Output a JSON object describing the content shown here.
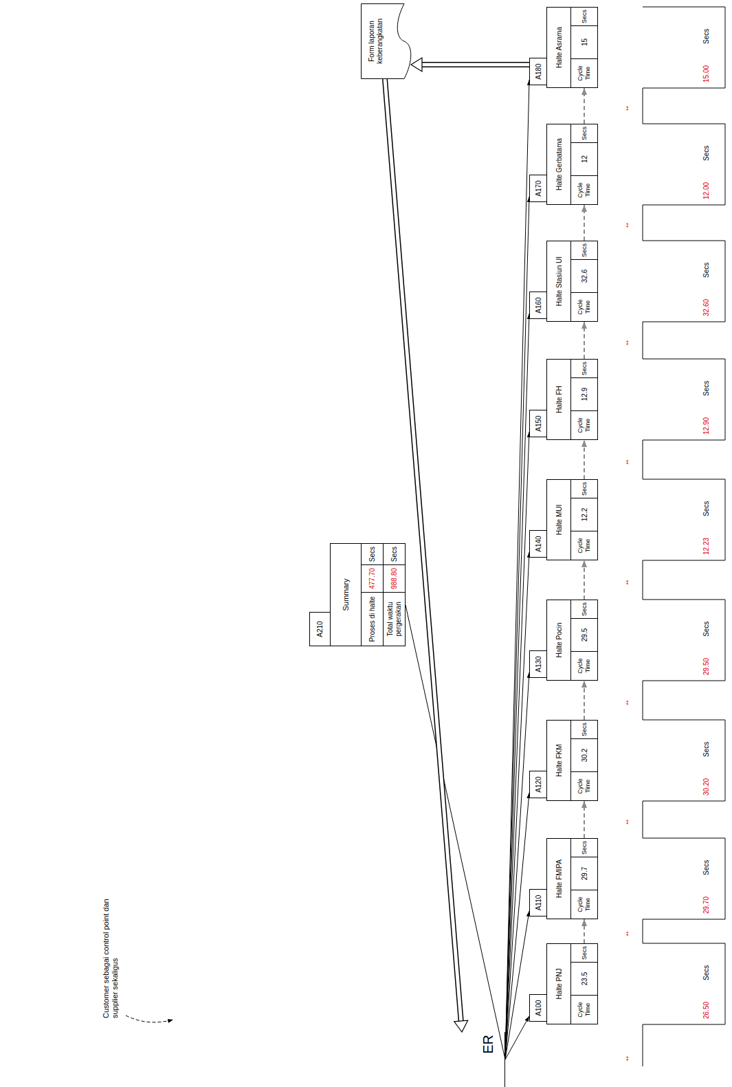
{
  "diagram": {
    "nodes": [
      {
        "text": [
          "ER"
        ]
      },
      {
        "text": [
          "A100",
          "Halte PNJ",
          "Cycle Time",
          "23.5",
          "Secs"
        ]
      },
      {
        "text": [
          "A110",
          "Halte FMIPA",
          "Cycle Time",
          "29.7",
          "Secs"
        ]
      },
      {
        "text": [
          "A120",
          "Halte FKM",
          "Cycle Time",
          "30.2",
          "Secs"
        ]
      },
      {
        "text": [
          "A130",
          "Halte Pocin",
          "Cycle Time",
          "29.5",
          "Secs"
        ]
      },
      {
        "text": [
          "A140",
          "Halte MUI",
          "Cycle Time",
          "12.2",
          "Secs"
        ]
      },
      {
        "text": [
          "A150",
          "Halte FH",
          "Cycle Time",
          "12.9",
          "Secs"
        ]
      },
      {
        "text": [
          "A160",
          "Halte Stasiun UI",
          "Cycle Time",
          "32.6",
          "Secs"
        ]
      },
      {
        "text": [
          "A170",
          "Halte Gerbatama",
          "Cycle Time",
          "12",
          "Secs"
        ]
      },
      {
        "text": [
          "A180",
          "Halte Asrama",
          "Cycle Time",
          "15",
          "Secs"
        ]
      },
      {
        "text": [
          "A210",
          "Summary",
          "Proses di halte",
          "477.70",
          "Secs",
          "Total waktu pergerakan",
          "988.80",
          "Secs"
        ]
      },
      {
        "text": [
          "Form laporan keberangkatan"
        ]
      }
    ],
    "edges": [
      {
        "from": 0,
        "to": 1,
        "arrow": "to"
      },
      {
        "from": 0,
        "to": 2,
        "arrow": "to"
      },
      {
        "from": 0,
        "to": 3,
        "arrow": "to"
      },
      {
        "from": 0,
        "to": 4,
        "arrow": "to"
      },
      {
        "from": 0,
        "to": 5,
        "arrow": "to"
      },
      {
        "from": 0,
        "to": 6,
        "arrow": "to"
      },
      {
        "from": 0,
        "to": 7,
        "arrow": "to"
      },
      {
        "from": 0,
        "to": 8,
        "arrow": "to"
      },
      {
        "from": 0,
        "to": 9,
        "arrow": "to"
      },
      {
        "from": 0,
        "to": 10,
        "arrow": "none"
      },
      {
        "from": 1,
        "to": 2,
        "arrow": "to"
      },
      {
        "from": 2,
        "to": 3,
        "arrow": "to"
      },
      {
        "from": 3,
        "to": 4,
        "arrow": "to"
      },
      {
        "from": 4,
        "to": 5,
        "arrow": "to"
      },
      {
        "from": 5,
        "to": 6,
        "arrow": "to"
      },
      {
        "from": 6,
        "to": 7,
        "arrow": "to"
      },
      {
        "from": 7,
        "to": 8,
        "arrow": "to"
      },
      {
        "from": 8,
        "to": 9,
        "arrow": "to"
      },
      {
        "from": 9,
        "to": 11,
        "arrow": "to"
      },
      {
        "from": 11,
        "to": 0,
        "arrow": "to"
      }
    ],
    "labels": [
      "Customer sebagai control point dan supplier sekaligus",
      "26.50",
      "Secs",
      "29.70",
      "Secs",
      "30.20",
      "Secs",
      "29.50",
      "Secs",
      "12.23",
      "Secs",
      "12.90",
      "Secs",
      "32.60",
      "Secs",
      "12.00",
      "Secs",
      "15.00",
      "Secs",
      "**",
      "**",
      "**",
      "**",
      "**",
      "**",
      "**",
      "**",
      "**"
    ]
  }
}
